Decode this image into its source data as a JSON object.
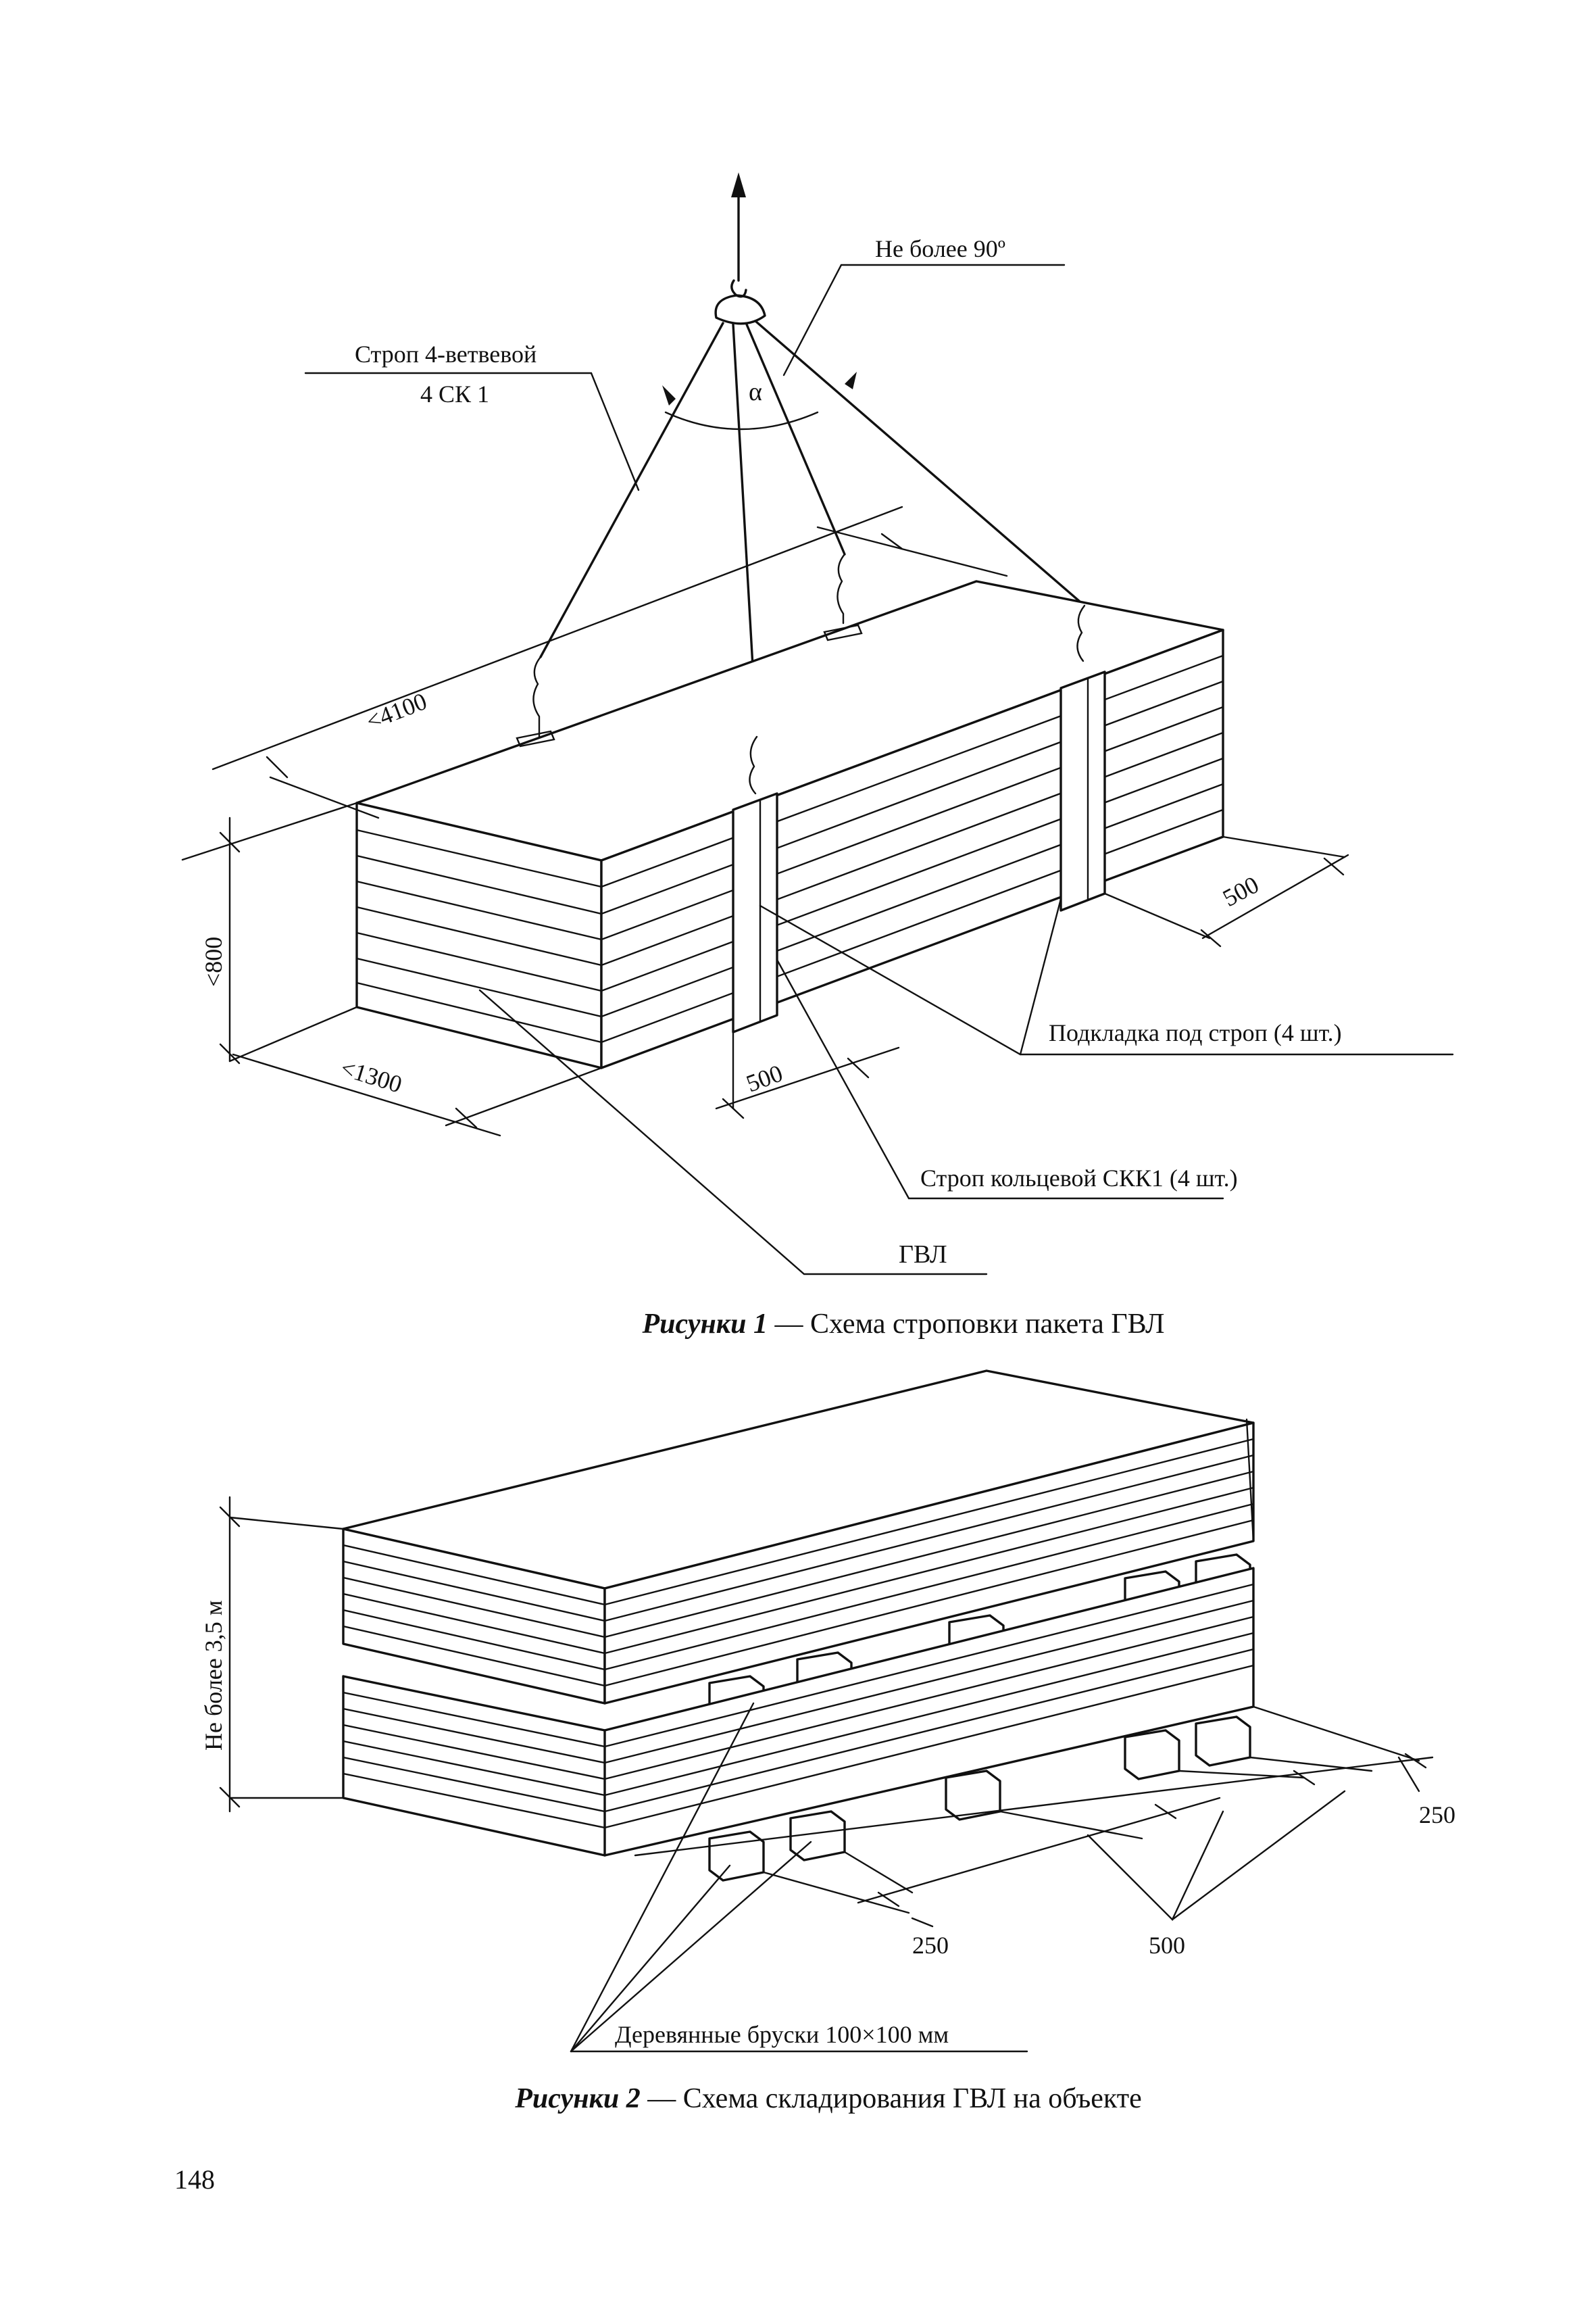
{
  "figure1": {
    "angle_label": "Не более 90º",
    "alpha": "α",
    "sling4_line1": "Строп 4-ветвевой",
    "sling4_line2": "4 СК 1",
    "dim_length": "<4100",
    "dim_height": "<800",
    "dim_width": "<1300",
    "dim_500_front": "500",
    "dim_500_right": "500",
    "pad_label": "Подкладка под строп (4 шт.)",
    "ring_sling_label": "Строп кольцевой СКК1 (4 шт.)",
    "gvl_label": "ГВЛ",
    "caption_prefix": "Рисунки 1",
    "caption_text": " — Схема строповки пакета ГВЛ"
  },
  "figure2": {
    "height_label": "Не более 3,5 м",
    "dim_250_right": "250",
    "dim_250_bottom": "250",
    "dim_500": "500",
    "bars_label": "Деревянные бруски 100×100 мм",
    "caption_prefix": "Рисунки 2",
    "caption_text": " — Схема складирования ГВЛ на объекте"
  },
  "page_number": "148"
}
